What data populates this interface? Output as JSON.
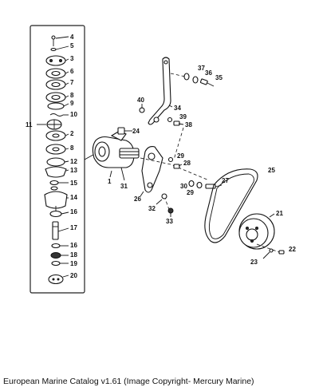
{
  "caption": "European Marine Catalog v1.61 (Image Copyright- Mercury Marine)",
  "callouts": {
    "c4": "4",
    "c5": "5",
    "c3": "3",
    "c6": "6",
    "c7": "7",
    "c8a": "8",
    "c9": "9",
    "c10": "10",
    "c11": "11",
    "c2": "2",
    "c8b": "8",
    "c12": "12",
    "c13": "13",
    "c15": "15",
    "c14": "14",
    "c16": "16",
    "c17": "17",
    "c16b": "16",
    "c18": "18",
    "c19": "19",
    "c20": "20",
    "c1": "1",
    "c31": "31",
    "c24": "24",
    "c26": "26",
    "c32": "32",
    "c33": "33",
    "c37": "37",
    "c36": "36",
    "c35": "35",
    "c40": "40",
    "c34": "34",
    "c39": "39",
    "c38": "38",
    "c29a": "29",
    "c28": "28",
    "c30": "30",
    "c29b": "29",
    "c27": "27",
    "c25": "25",
    "c21": "21",
    "c22": "22",
    "c23": "23"
  }
}
